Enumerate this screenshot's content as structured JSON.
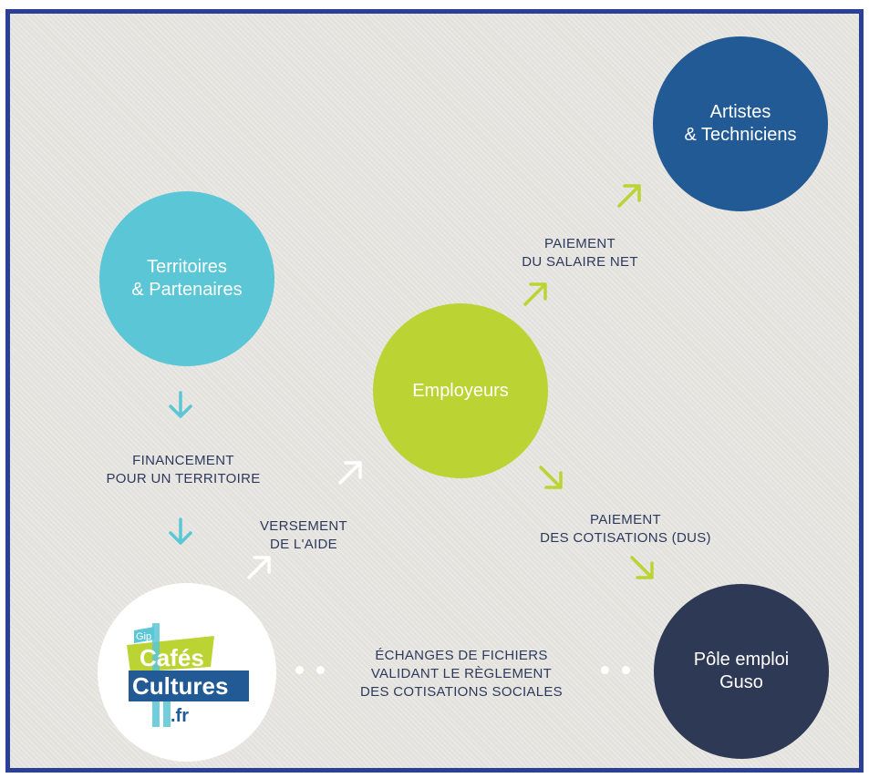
{
  "nodes": {
    "territoires": {
      "lines": [
        "Territoires",
        "& Partenaires"
      ]
    },
    "employeurs": {
      "lines": [
        "Employeurs"
      ]
    },
    "artistes": {
      "lines": [
        "Artistes",
        "& Techniciens"
      ]
    },
    "pole": {
      "lines": [
        "Pôle emploi",
        "Guso"
      ]
    }
  },
  "logo": {
    "gip": "Gip",
    "line1": "Cafés",
    "line2": "Cultures",
    "line3": ".fr"
  },
  "labels": {
    "financement": [
      "FINANCEMENT",
      "POUR UN TERRITOIRE"
    ],
    "versement": [
      "VERSEMENT",
      "DE L'AIDE"
    ],
    "salaire": [
      "PAIEMENT",
      "DU SALAIRE NET"
    ],
    "cotisations": [
      "PAIEMENT",
      "DES COTISATIONS (DUS)"
    ],
    "echanges": [
      "ÉCHANGES DE FICHIERS",
      "VALIDANT LE RÈGLEMENT",
      "DES COTISATIONS SOCIALES"
    ]
  },
  "colors": {
    "frame": "#2b3f94",
    "territoires": "#5ac6d6",
    "employeurs": "#bcd334",
    "artistes": "#225a96",
    "pole": "#2e3a55",
    "text": "#2d3a5e"
  },
  "icons": {
    "arrow_down": "arrow-down-icon",
    "arrow_up_right": "arrow-up-right-icon",
    "arrow_down_right": "arrow-down-right-icon",
    "dots": "dots-icon"
  }
}
